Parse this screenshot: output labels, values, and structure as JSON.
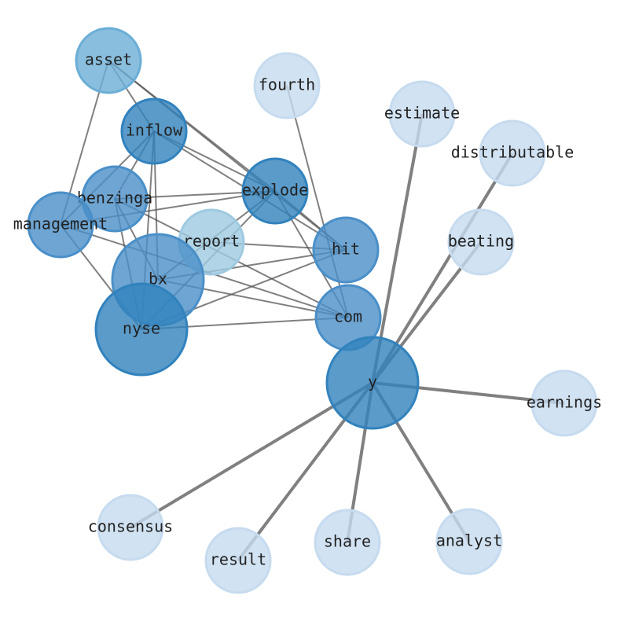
{
  "chart_data": {
    "type": "network",
    "nodes": [
      {
        "id": "asset",
        "label": "asset",
        "color": "#6baed6",
        "size": "medium"
      },
      {
        "id": "fourth",
        "label": "fourth",
        "color": "#c6dbef",
        "size": "medium"
      },
      {
        "id": "estimate",
        "label": "estimate",
        "color": "#c6dbef",
        "size": "medium"
      },
      {
        "id": "distributable",
        "label": "distributable",
        "color": "#c6dbef",
        "size": "medium"
      },
      {
        "id": "inflow",
        "label": "inflow",
        "color": "#3182bd",
        "size": "medium"
      },
      {
        "id": "explode",
        "label": "explode",
        "color": "#3182bd",
        "size": "medium"
      },
      {
        "id": "benzinga",
        "label": "benzinga",
        "color": "#4a8fc8",
        "size": "medium"
      },
      {
        "id": "management",
        "label": "management",
        "color": "#4a8fc8",
        "size": "medium"
      },
      {
        "id": "report",
        "label": "report",
        "color": "#9ecae1",
        "size": "medium"
      },
      {
        "id": "hit",
        "label": "hit",
        "color": "#4a8fc8",
        "size": "medium"
      },
      {
        "id": "beating",
        "label": "beating",
        "color": "#c6dbef",
        "size": "medium"
      },
      {
        "id": "bx",
        "label": "bx",
        "color": "#4a8fc8",
        "size": "large"
      },
      {
        "id": "com",
        "label": "com",
        "color": "#4a8fc8",
        "size": "medium"
      },
      {
        "id": "nyse",
        "label": "nyse",
        "color": "#3182bd",
        "size": "large"
      },
      {
        "id": "y",
        "label": "y",
        "color": "#3182bd",
        "size": "large"
      },
      {
        "id": "earnings",
        "label": "earnings",
        "color": "#c6dbef",
        "size": "medium"
      },
      {
        "id": "consensus",
        "label": "consensus",
        "color": "#c6dbef",
        "size": "medium"
      },
      {
        "id": "result",
        "label": "result",
        "color": "#c6dbef",
        "size": "medium"
      },
      {
        "id": "share",
        "label": "share",
        "color": "#c6dbef",
        "size": "medium"
      },
      {
        "id": "analyst",
        "label": "analyst",
        "color": "#c6dbef",
        "size": "medium"
      }
    ],
    "edges": [
      [
        "asset",
        "inflow",
        1
      ],
      [
        "asset",
        "management",
        1
      ],
      [
        "asset",
        "explode",
        1
      ],
      [
        "asset",
        "hit",
        1
      ],
      [
        "inflow",
        "explode",
        1
      ],
      [
        "inflow",
        "hit",
        1
      ],
      [
        "inflow",
        "benzinga",
        1
      ],
      [
        "inflow",
        "management",
        1
      ],
      [
        "inflow",
        "bx",
        1
      ],
      [
        "inflow",
        "nyse",
        1
      ],
      [
        "benzinga",
        "explode",
        1
      ],
      [
        "benzinga",
        "nyse",
        1
      ],
      [
        "benzinga",
        "bx",
        1
      ],
      [
        "benzinga",
        "com",
        1
      ],
      [
        "management",
        "explode",
        1
      ],
      [
        "management",
        "nyse",
        1
      ],
      [
        "management",
        "com",
        1
      ],
      [
        "report",
        "hit",
        1
      ],
      [
        "bx",
        "hit",
        1
      ],
      [
        "bx",
        "com",
        1
      ],
      [
        "bx",
        "explode",
        1
      ],
      [
        "nyse",
        "hit",
        1
      ],
      [
        "nyse",
        "com",
        1
      ],
      [
        "nyse",
        "explode",
        1
      ],
      [
        "explode",
        "hit",
        1
      ],
      [
        "explode",
        "com",
        1
      ],
      [
        "fourth",
        "com",
        1
      ],
      [
        "y",
        "estimate",
        2
      ],
      [
        "y",
        "distributable",
        2
      ],
      [
        "y",
        "beating",
        2
      ],
      [
        "y",
        "earnings",
        2
      ],
      [
        "y",
        "consensus",
        2
      ],
      [
        "y",
        "result",
        2
      ],
      [
        "y",
        "share",
        2
      ],
      [
        "y",
        "analyst",
        2
      ]
    ]
  }
}
